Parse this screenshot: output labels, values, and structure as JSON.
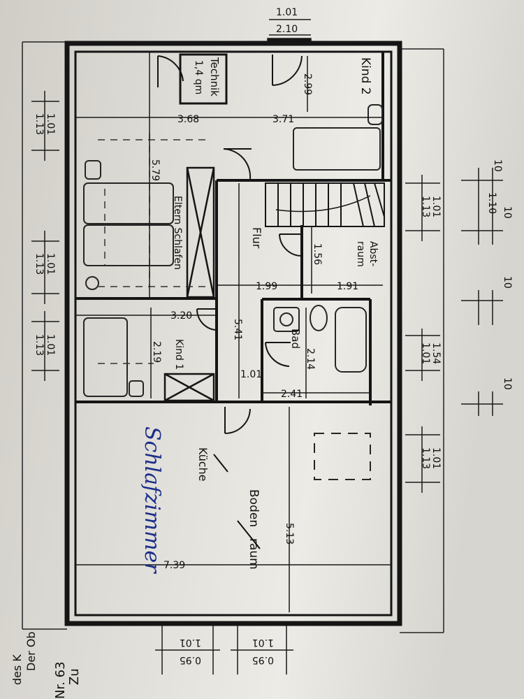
{
  "rooms": {
    "technik": "Technik",
    "technik_area": "1,4 qm",
    "kind2": "Kind 2",
    "eltern": "Eltern Schlafen",
    "flur": "Flur",
    "abst": "Abst-",
    "abst2": "raum",
    "bad": "Bad",
    "kind1": "Kind 1",
    "kueche_struck": "Küche",
    "boden": "Boden",
    "raum_struck": "raum"
  },
  "handwritten": "Schlafzimmer",
  "dims": {
    "top_a": "1.01",
    "top_b": "2.10",
    "d_299": "2.99",
    "d_368": "3.68",
    "d_371": "3.71",
    "d_579": "5.79",
    "d_156": "1.56",
    "d_199": "1.99",
    "d_191": "1.91",
    "d_320": "3.20",
    "d_541": "5.41",
    "d_214": "2.14",
    "d_219": "2.19",
    "d_101i": "1.01",
    "d_241": "2.41",
    "d_739": "7.39",
    "d_513": "5.13",
    "left1a": "1.01",
    "left1b": "1.13",
    "left2a": "1.01",
    "left2b": "1.13",
    "left3a": "1.01",
    "left3b": "1.13",
    "r1a": "1.01",
    "r1b": "1.13",
    "r2a": "1.54",
    "r2b": "1.01",
    "r3a": "1.01",
    "r3b": "1.13",
    "far_r_top": "10",
    "far_r_110": "1.10",
    "far_r_10b": "10",
    "far_r_10c": "10",
    "far_r_10d": "10",
    "bot1a": "1.01",
    "bot1b": "0.95",
    "bot2a": "1.01",
    "bot2b": "0.95"
  },
  "margin": {
    "m1": "Zu",
    "m2": "Nr. 63",
    "m3": "Der Ob",
    "m4": "des K"
  }
}
